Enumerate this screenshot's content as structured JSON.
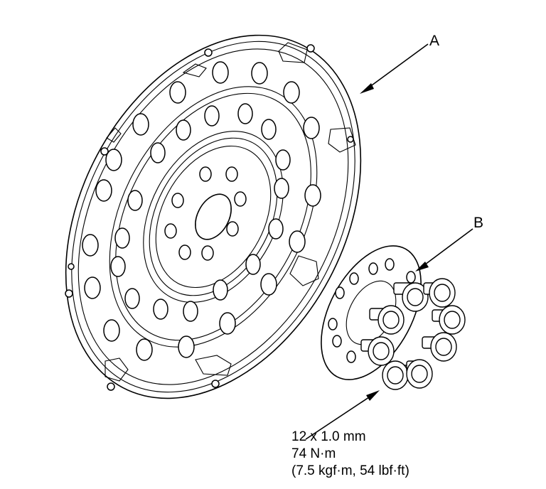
{
  "callouts": {
    "a_label": "A",
    "b_label": "B"
  },
  "spec": {
    "size": "12 x 1.0 mm",
    "torque_nm": "74 N·m",
    "torque_alt": "(7.5 kgf·m, 54 lbf·ft)"
  },
  "colors": {
    "line": "#000000",
    "background": "#ffffff"
  }
}
